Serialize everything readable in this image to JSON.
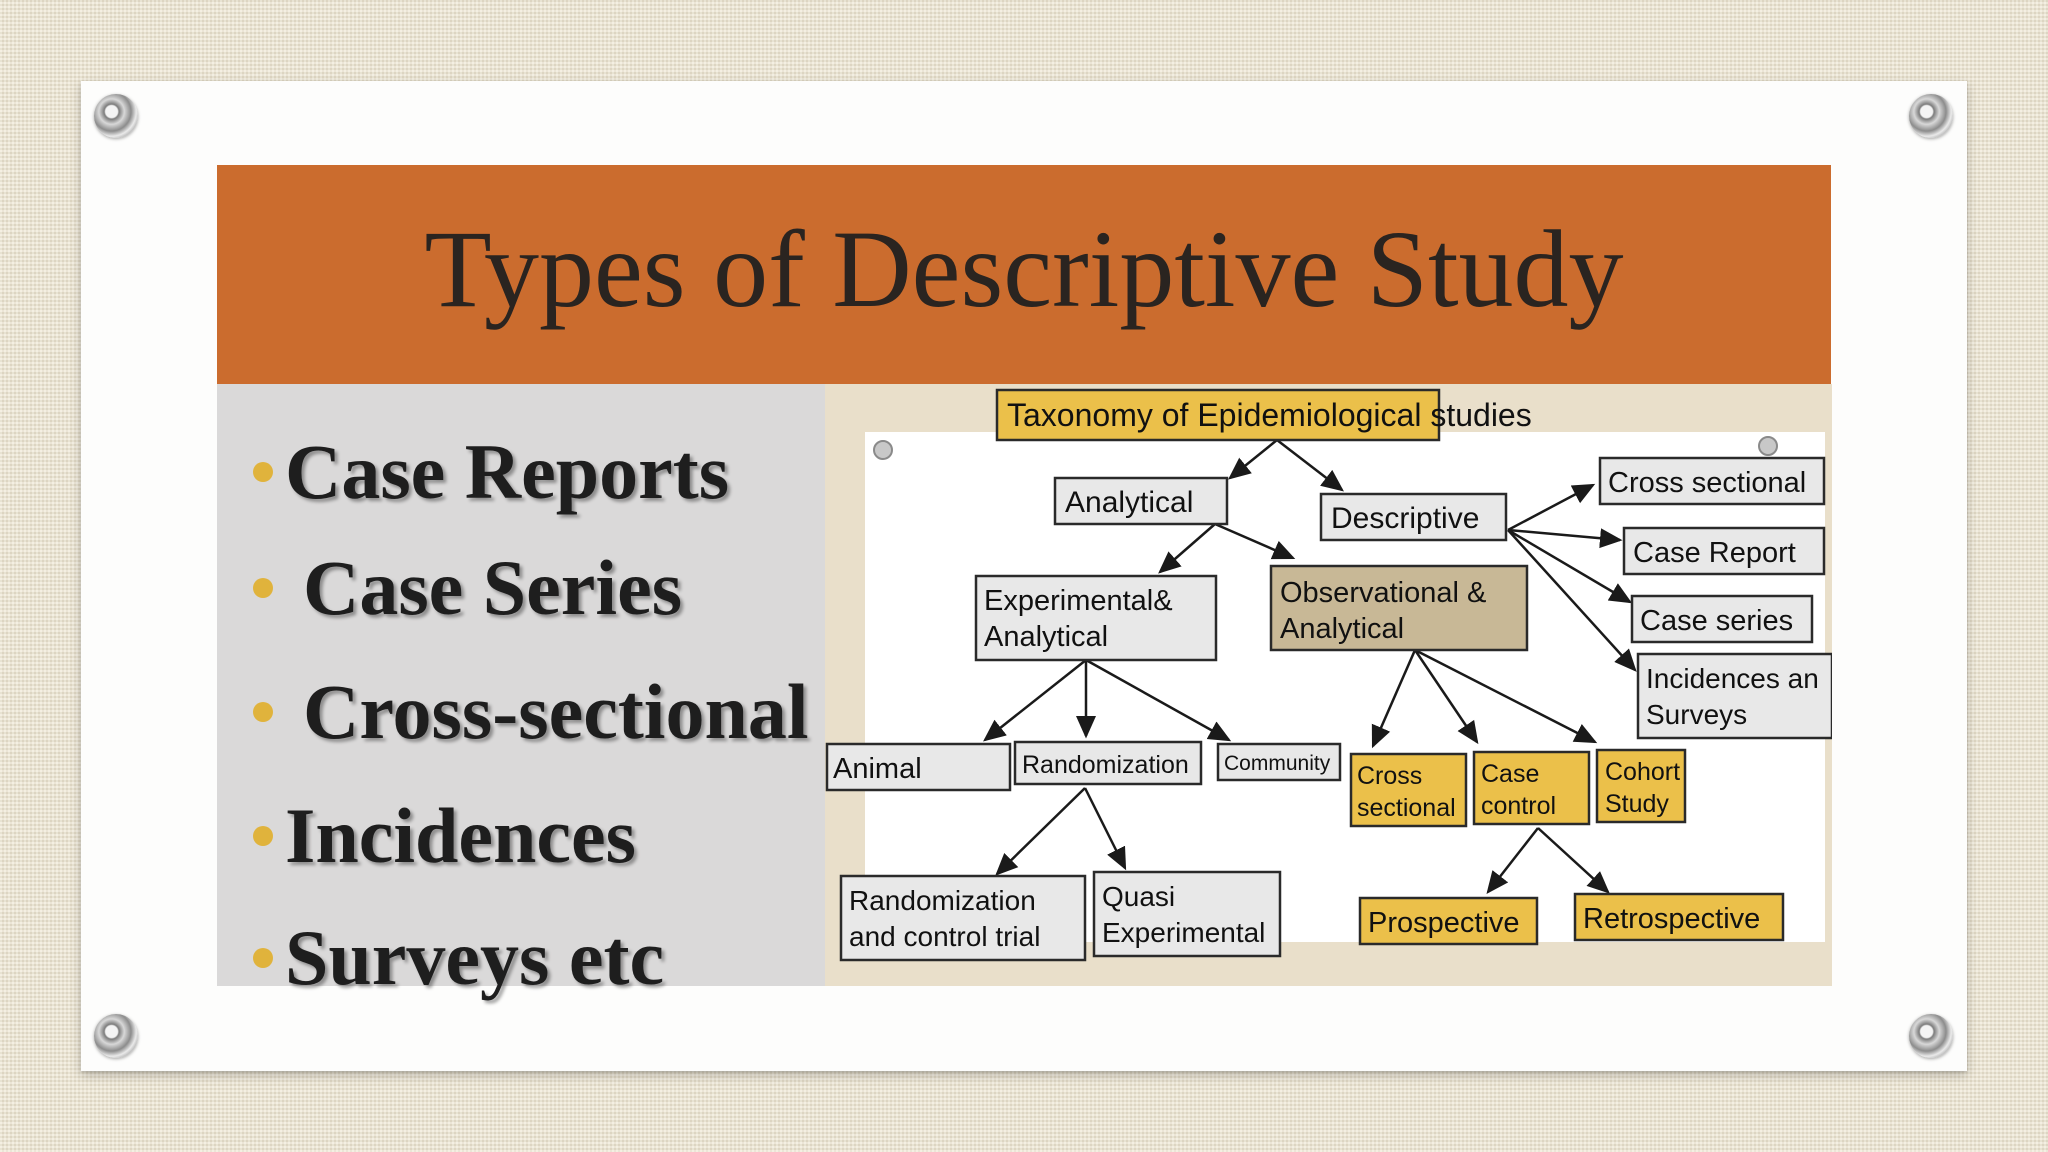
{
  "slide": {
    "title": "Types of Descriptive Study",
    "bullets": [
      "Case Reports",
      "Case Series",
      "Cross-sectional",
      "Incidences",
      "Surveys etc"
    ]
  },
  "diagram": {
    "title": "Taxonomy of Epidemiological studies",
    "nodes": {
      "analytical": "Analytical",
      "descriptive": "Descriptive",
      "experimental_line1": "Experimental&",
      "experimental_line2": "Analytical",
      "observational_line1": "Observational &",
      "observational_line2": "Analytical",
      "cross_sectional_desc": "Cross sectional",
      "case_report": "Case Report",
      "case_series": "Case series",
      "incidences_line1": "Incidences an",
      "incidences_line2": "Surveys",
      "animal": "Animal",
      "randomization": "Randomization",
      "community": "Community",
      "cross_sectional_obs_line1": "Cross",
      "cross_sectional_obs_line2": "sectional",
      "case_control_line1": "Case",
      "case_control_line2": "control",
      "cohort_line1": "Cohort",
      "cohort_line2": "Study",
      "rct_line1": "Randomization",
      "rct_line2": "and control trial",
      "quasi_line1": "Quasi",
      "quasi_line2": "Experimental",
      "prospective": "Prospective",
      "retrospective": "Retrospective"
    }
  },
  "colors": {
    "title_bar": "#cb6c2e",
    "bullet": "#e0b33c",
    "yellow_box": "#ebc04a",
    "tan_box": "#c8b896",
    "grey_box": "#e8e8e8"
  }
}
